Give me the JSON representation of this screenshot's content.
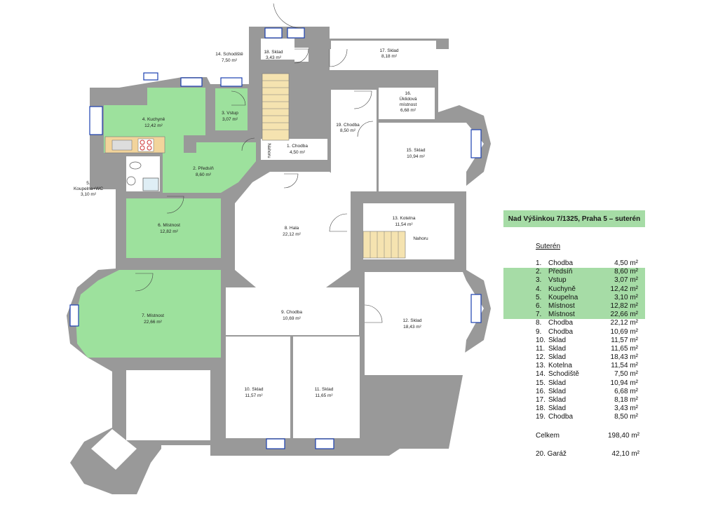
{
  "title": "Nad Výšinkou 7/1325, Praha 5 – suterén",
  "colors": {
    "highlight": "#a6dca6",
    "wall": "#999999",
    "room_green": "#9de19d"
  },
  "legend": {
    "heading": "Suterén",
    "rooms": [
      {
        "n": "1.",
        "name": "Chodba",
        "area": "4,50 m²",
        "hl": false
      },
      {
        "n": "2.",
        "name": "Předsíň",
        "area": "8,60 m²",
        "hl": true
      },
      {
        "n": "3.",
        "name": "Vstup",
        "area": "3,07 m²",
        "hl": true
      },
      {
        "n": "4.",
        "name": "Kuchyně",
        "area": "12,42 m²",
        "hl": true
      },
      {
        "n": "5.",
        "name": "Koupelna",
        "area": "3,10 m²",
        "hl": true
      },
      {
        "n": "6.",
        "name": "Místnost",
        "area": "12,82 m²",
        "hl": true
      },
      {
        "n": "7.",
        "name": "Místnost",
        "area": "22,66 m²",
        "hl": true
      },
      {
        "n": "8.",
        "name": "Chodba",
        "area": "22,12 m²",
        "hl": false
      },
      {
        "n": "9.",
        "name": "Chodba",
        "area": "10,69 m²",
        "hl": false
      },
      {
        "n": "10.",
        "name": "Sklad",
        "area": "11,57 m²",
        "hl": false
      },
      {
        "n": "11.",
        "name": "Sklad",
        "area": "11,65 m²",
        "hl": false
      },
      {
        "n": "12.",
        "name": "Sklad",
        "area": "18,43 m²",
        "hl": false
      },
      {
        "n": "13.",
        "name": "Kotelna",
        "area": "11,54 m²",
        "hl": false
      },
      {
        "n": "14.",
        "name": "Schodiště",
        "area": "7,50 m²",
        "hl": false
      },
      {
        "n": "15.",
        "name": "Sklad",
        "area": "10,94 m²",
        "hl": false
      },
      {
        "n": "16.",
        "name": "Sklad",
        "area": "6,68 m²",
        "hl": false
      },
      {
        "n": "17.",
        "name": "Sklad",
        "area": "8,18 m²",
        "hl": false
      },
      {
        "n": "18.",
        "name": "Sklad",
        "area": "3,43 m²",
        "hl": false
      },
      {
        "n": "19.",
        "name": "Chodba",
        "area": "8,50 m²",
        "hl": false
      }
    ],
    "total_label": "Celkem",
    "total_value": "198,40 m²",
    "garage_label": "20. Garáž",
    "garage_value": "42,10 m²"
  },
  "plan_labels": {
    "r1": {
      "name": "1. Chodba",
      "area": "4,50 m²"
    },
    "r2": {
      "name": "2. Předsíň",
      "area": "8,60 m²"
    },
    "r3": {
      "name": "3. Vstup",
      "area": "3,07 m²"
    },
    "r4": {
      "name": "4. Kuchyně",
      "area": "12,42 m²"
    },
    "r5": {
      "name": "5.",
      "name2": "Koupelna+WC",
      "area": "3,10 m²"
    },
    "r6": {
      "name": "6. Místnost",
      "area": "12,82 m²"
    },
    "r7": {
      "name": "7. Místnost",
      "area": "22,66 m²"
    },
    "r8": {
      "name": "8. Hala",
      "area": "22,12 m²"
    },
    "r9": {
      "name": "9. Chodba",
      "area": "10,69 m²"
    },
    "r10": {
      "name": "10. Sklad",
      "area": "11,57 m²"
    },
    "r11": {
      "name": "11. Sklad",
      "area": "11,65 m²"
    },
    "r12": {
      "name": "12. Sklad",
      "area": "18,43 m²"
    },
    "r13": {
      "name": "13. Kotelna",
      "area": "11,54 m²"
    },
    "r14": {
      "name": "14. Schodiště",
      "area": "7,50 m²"
    },
    "r15": {
      "name": "15. Sklad",
      "area": "10,94 m²"
    },
    "r16": {
      "name": "16.",
      "name2": "Úklidová",
      "name3": "místnost",
      "area": "6,68 m²"
    },
    "r17": {
      "name": "17. Sklad",
      "area": "8,18 m²"
    },
    "r18": {
      "name": "18. Sklad",
      "area": "3,43 m²"
    },
    "r19": {
      "name": "19. Chodba",
      "area": "8,50 m²"
    },
    "nahoru": "Nahoru",
    "nahoru_stair": "Nahoru"
  }
}
